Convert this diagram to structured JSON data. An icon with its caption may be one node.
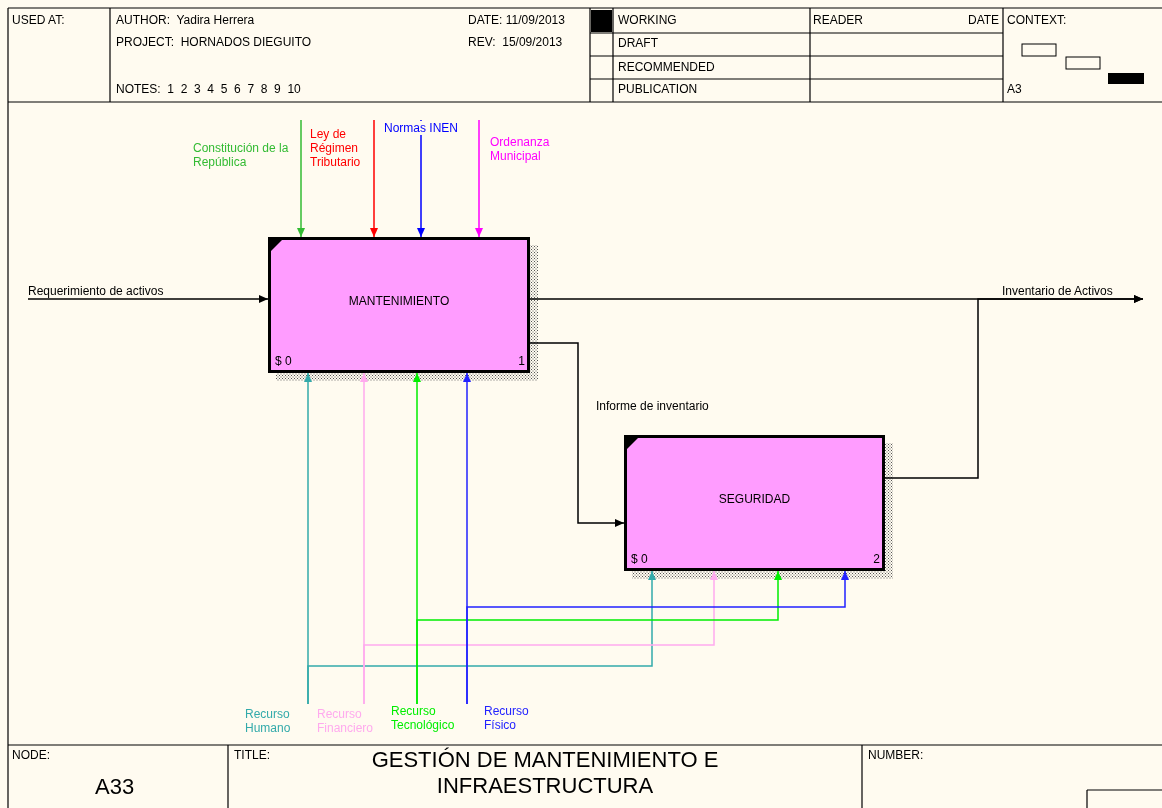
{
  "diagram": {
    "title": "GESTIÓN DE MANTENIMIENTO E INFRAESTRUCTURA",
    "nodes": [
      {
        "text": [
          "MANTENIMIENTO",
          "$ 0",
          "1"
        ]
      },
      {
        "text": [
          "SEGURIDAD",
          "$ 0",
          "2"
        ]
      }
    ],
    "edges": [
      {
        "from": null,
        "to": 0,
        "arrow": "to",
        "label": "Requerimiento de activos"
      },
      {
        "from": 0,
        "to": null,
        "arrow": "to",
        "label": "Inventario de Activos"
      },
      {
        "from": 1,
        "to": null,
        "arrow": "to"
      },
      {
        "from": 0,
        "to": 1,
        "arrow": "to",
        "label": "Informe de inventario"
      },
      {
        "from": null,
        "to": 0,
        "arrow": "to",
        "label": "Constitución de la República",
        "color": "#33bb33"
      },
      {
        "from": null,
        "to": 0,
        "arrow": "to",
        "label": "Ley de Régimen Tributario",
        "color": "#ff0000"
      },
      {
        "from": null,
        "to": 0,
        "arrow": "to",
        "label": "Normas INEN",
        "color": "#0000ff"
      },
      {
        "from": null,
        "to": 0,
        "arrow": "to",
        "label": "Ordenanza Municipal",
        "color": "#ff00ff"
      },
      {
        "from": null,
        "to": 0,
        "arrow": "to",
        "label": "Recurso Humano",
        "color": "#33aaaa"
      },
      {
        "from": null,
        "to": 1,
        "arrow": "to",
        "color": "#33aaaa"
      },
      {
        "from": null,
        "to": 0,
        "arrow": "to",
        "label": "Recurso Financiero",
        "color": "#ffaaee"
      },
      {
        "from": null,
        "to": 1,
        "arrow": "to",
        "color": "#ffaaee"
      },
      {
        "from": null,
        "to": 0,
        "arrow": "to",
        "label": "Recurso Tecnológico",
        "color": "#00ee00"
      },
      {
        "from": null,
        "to": 1,
        "arrow": "to",
        "color": "#00ee00"
      },
      {
        "from": null,
        "to": 0,
        "arrow": "to",
        "label": "Recurso Físico",
        "color": "#2222ff"
      },
      {
        "from": null,
        "to": 1,
        "arrow": "to",
        "color": "#2222ff"
      }
    ],
    "labels": [
      "USED AT:",
      "AUTHOR:  Yadira Herrera",
      "PROJECT:  HORNADOS DIEGUITO",
      "NOTES:  1  2  3  4  5  6  7  8  9  10",
      "DATE: 11/09/2013",
      "REV:  15/09/2013",
      "WORKING",
      "DRAFT",
      "RECOMMENDED",
      "PUBLICATION",
      "READER",
      "DATE",
      "CONTEXT:",
      "A3",
      "NODE:",
      "A33",
      "TITLE:",
      "NUMBER:"
    ]
  }
}
